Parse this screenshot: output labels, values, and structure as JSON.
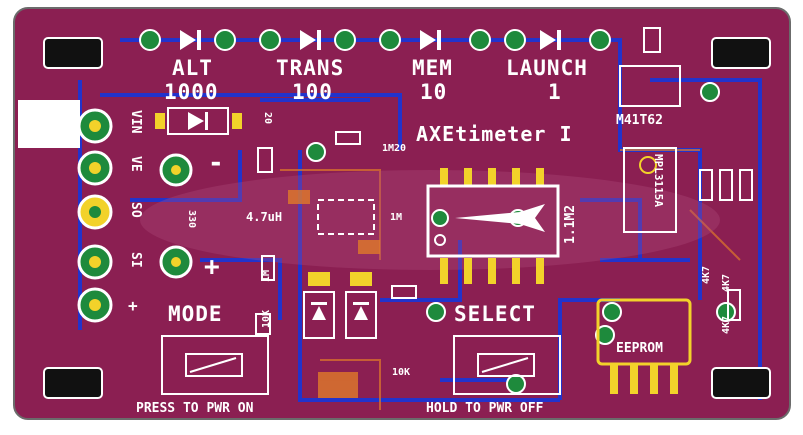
{
  "board": {
    "bg": "#8b1f52",
    "trace_blue": "#2233cc",
    "pad_green": "#1e8a3c",
    "pad_yellow": "#f2d22a",
    "silk": "#ffffff",
    "outline_color": "#6b6b6b"
  },
  "top_labels": {
    "alt": "ALT",
    "alt_val": "1000",
    "trans": "TRANS",
    "trans_val": "100",
    "mem": "MEM",
    "mem_val": "10",
    "launch": "LAUNCH",
    "launch_val": "1"
  },
  "title": "AXEtimeter I",
  "header_pins": [
    "VIN",
    "VE",
    "SO",
    "SI",
    "+"
  ],
  "components": {
    "inductor": "4.7uH",
    "res_1m_a": "1M",
    "res_1m_b": "1M",
    "res_1m20": "1M20",
    "res_10k_a": "10K",
    "res_10k_b": "10K",
    "res_330": "330",
    "res_20": "20",
    "res_1m2": "1.1M2",
    "res_4k7_a": "4K7",
    "res_4k7_b": "4K7",
    "res_4k7_c": "4K7",
    "pressure_sensor": "MPL3115A",
    "regulator": "M41T62",
    "eeprom": "EEPROM",
    "plus_mark": "+",
    "minus_mark": "-"
  },
  "buttons": {
    "mode": "MODE",
    "select": "SELECT",
    "mode_hint": "PRESS TO PWR ON",
    "select_hint": "HOLD TO PWR OFF"
  }
}
